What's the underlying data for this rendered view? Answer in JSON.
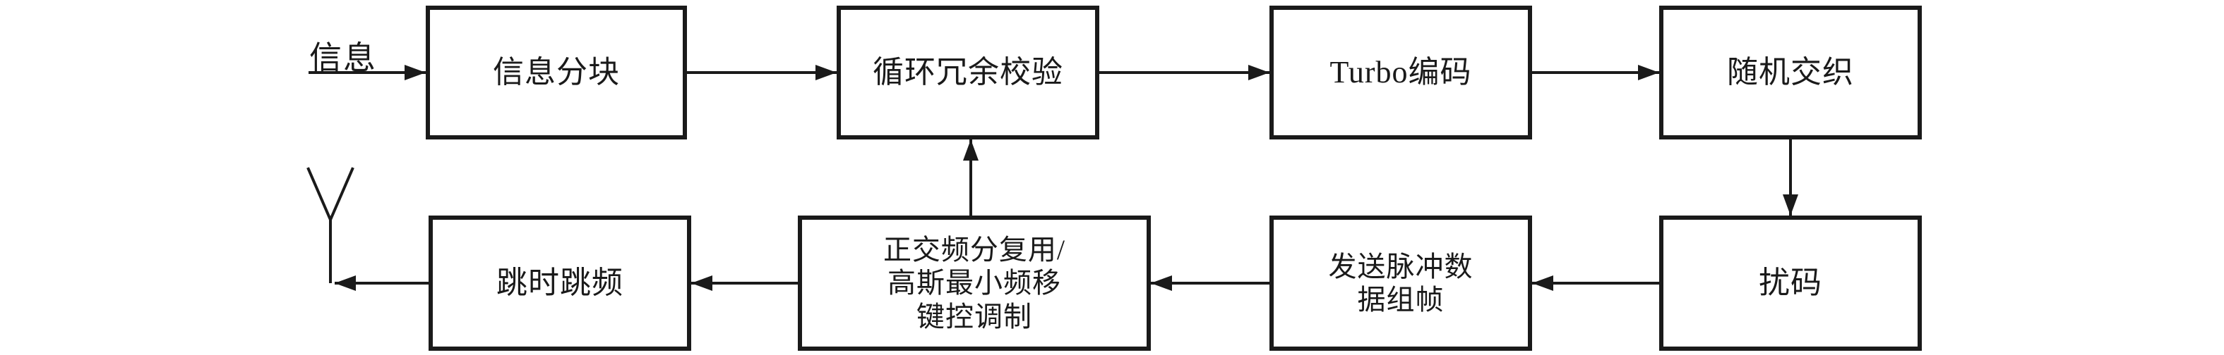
{
  "diagram": {
    "input_label": "信息",
    "boxes": {
      "segmentation": {
        "label": "信息分块"
      },
      "crc": {
        "label": "循环冗余校验"
      },
      "turbo": {
        "label": "Turbo编码"
      },
      "interleave": {
        "label": "随机交织"
      },
      "scramble": {
        "label": "扰码"
      },
      "framing": {
        "lines": [
          "发送脉冲数",
          "据组帧"
        ]
      },
      "ofdm": {
        "lines": [
          "正交频分复用/",
          "高斯最小频移",
          "键控调制"
        ]
      },
      "hopping": {
        "label": "跳时跳频"
      }
    },
    "icons": {
      "antenna": "antenna-icon"
    },
    "colors": {
      "line": "#1a1a1a",
      "box_background": "#ffffff",
      "page_background": "#ffffff"
    }
  }
}
